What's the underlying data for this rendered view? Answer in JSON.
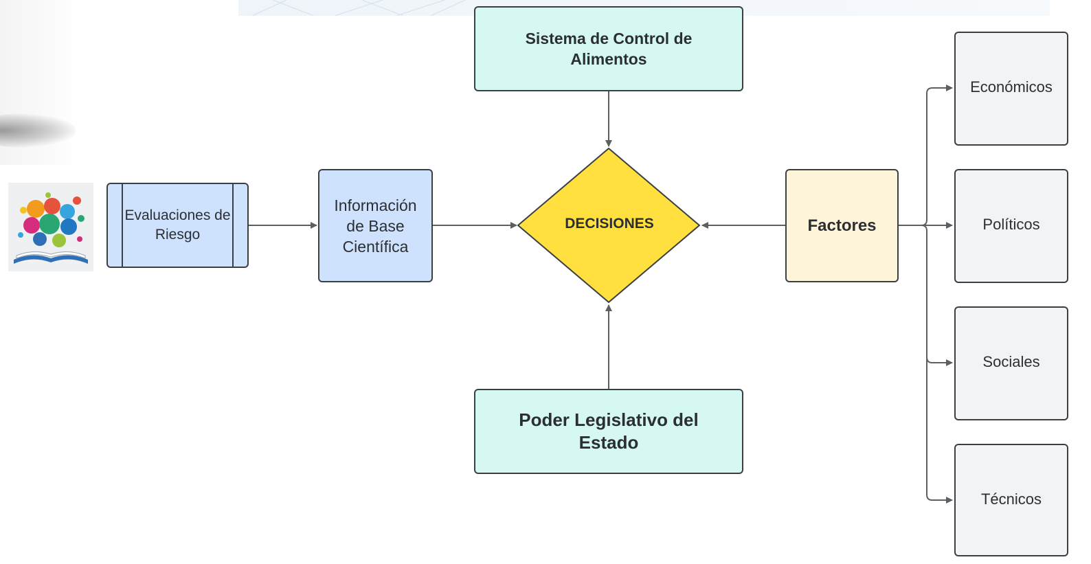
{
  "nodes": {
    "sistema_control": "Sistema de Control de Alimentos",
    "poder_legislativo": "Poder Legislativo del Estado",
    "evaluaciones": "Evaluaciones de Riesgo",
    "informacion": "Información de Base Científica",
    "decisiones": "DECISIONES",
    "factores": "Factores",
    "economicos": "Económicos",
    "politicos": "Políticos",
    "sociales": "Sociales",
    "tecnicos": "Técnicos"
  },
  "colors": {
    "green_node": "#d5f8f2",
    "blue_node": "#cfe2fd",
    "decision_diamond": "#ffe03f",
    "factors_node": "#fef4da",
    "grey_node": "#f2f3f5",
    "connector": "#5c5f62"
  },
  "icons": [
    "education-science-book-icon"
  ]
}
